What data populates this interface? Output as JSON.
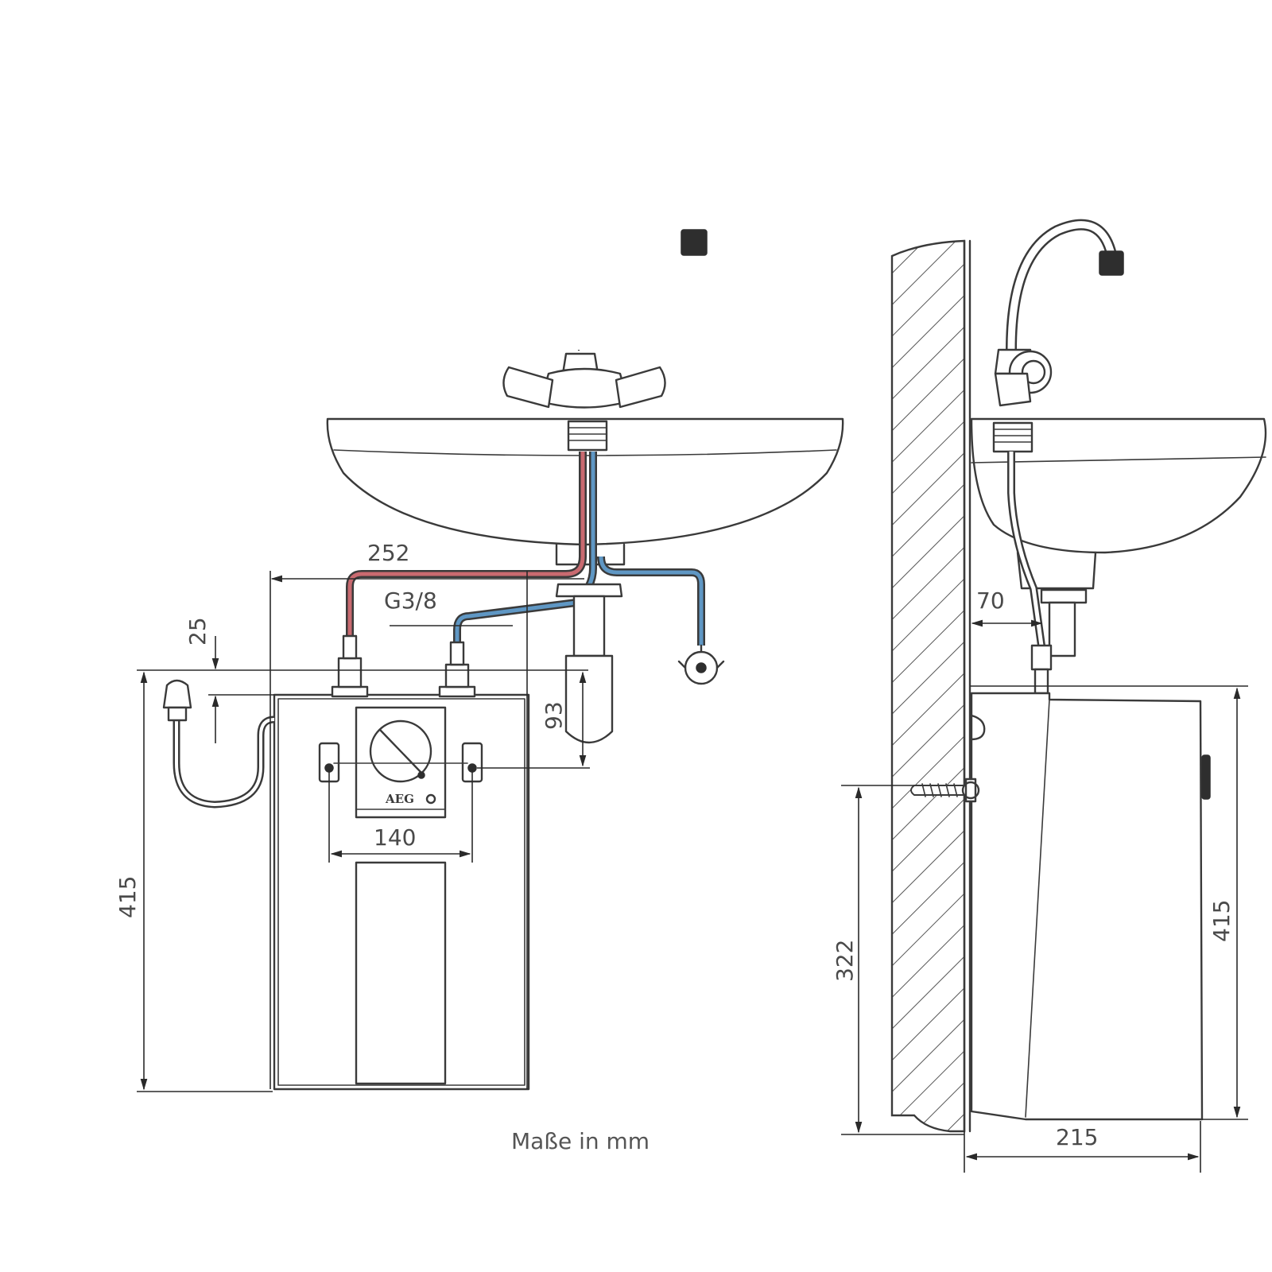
{
  "labels": {
    "units_note": "Maße in mm",
    "brand": "AEG"
  },
  "dimensions": {
    "front_pipe_distance": "252",
    "thread": "G3/8",
    "connection_offset": "25",
    "front_height": "415",
    "drain_offset": "93",
    "mount_spacing": "140",
    "side_connection_distance": "70",
    "side_mount_height": "322",
    "side_height": "415",
    "side_depth": "215"
  },
  "colors": {
    "hot_pipe": "#c96a70",
    "cold_pipe": "#5f97c4",
    "line": "#3a3a3a",
    "hatch": "#555555"
  }
}
